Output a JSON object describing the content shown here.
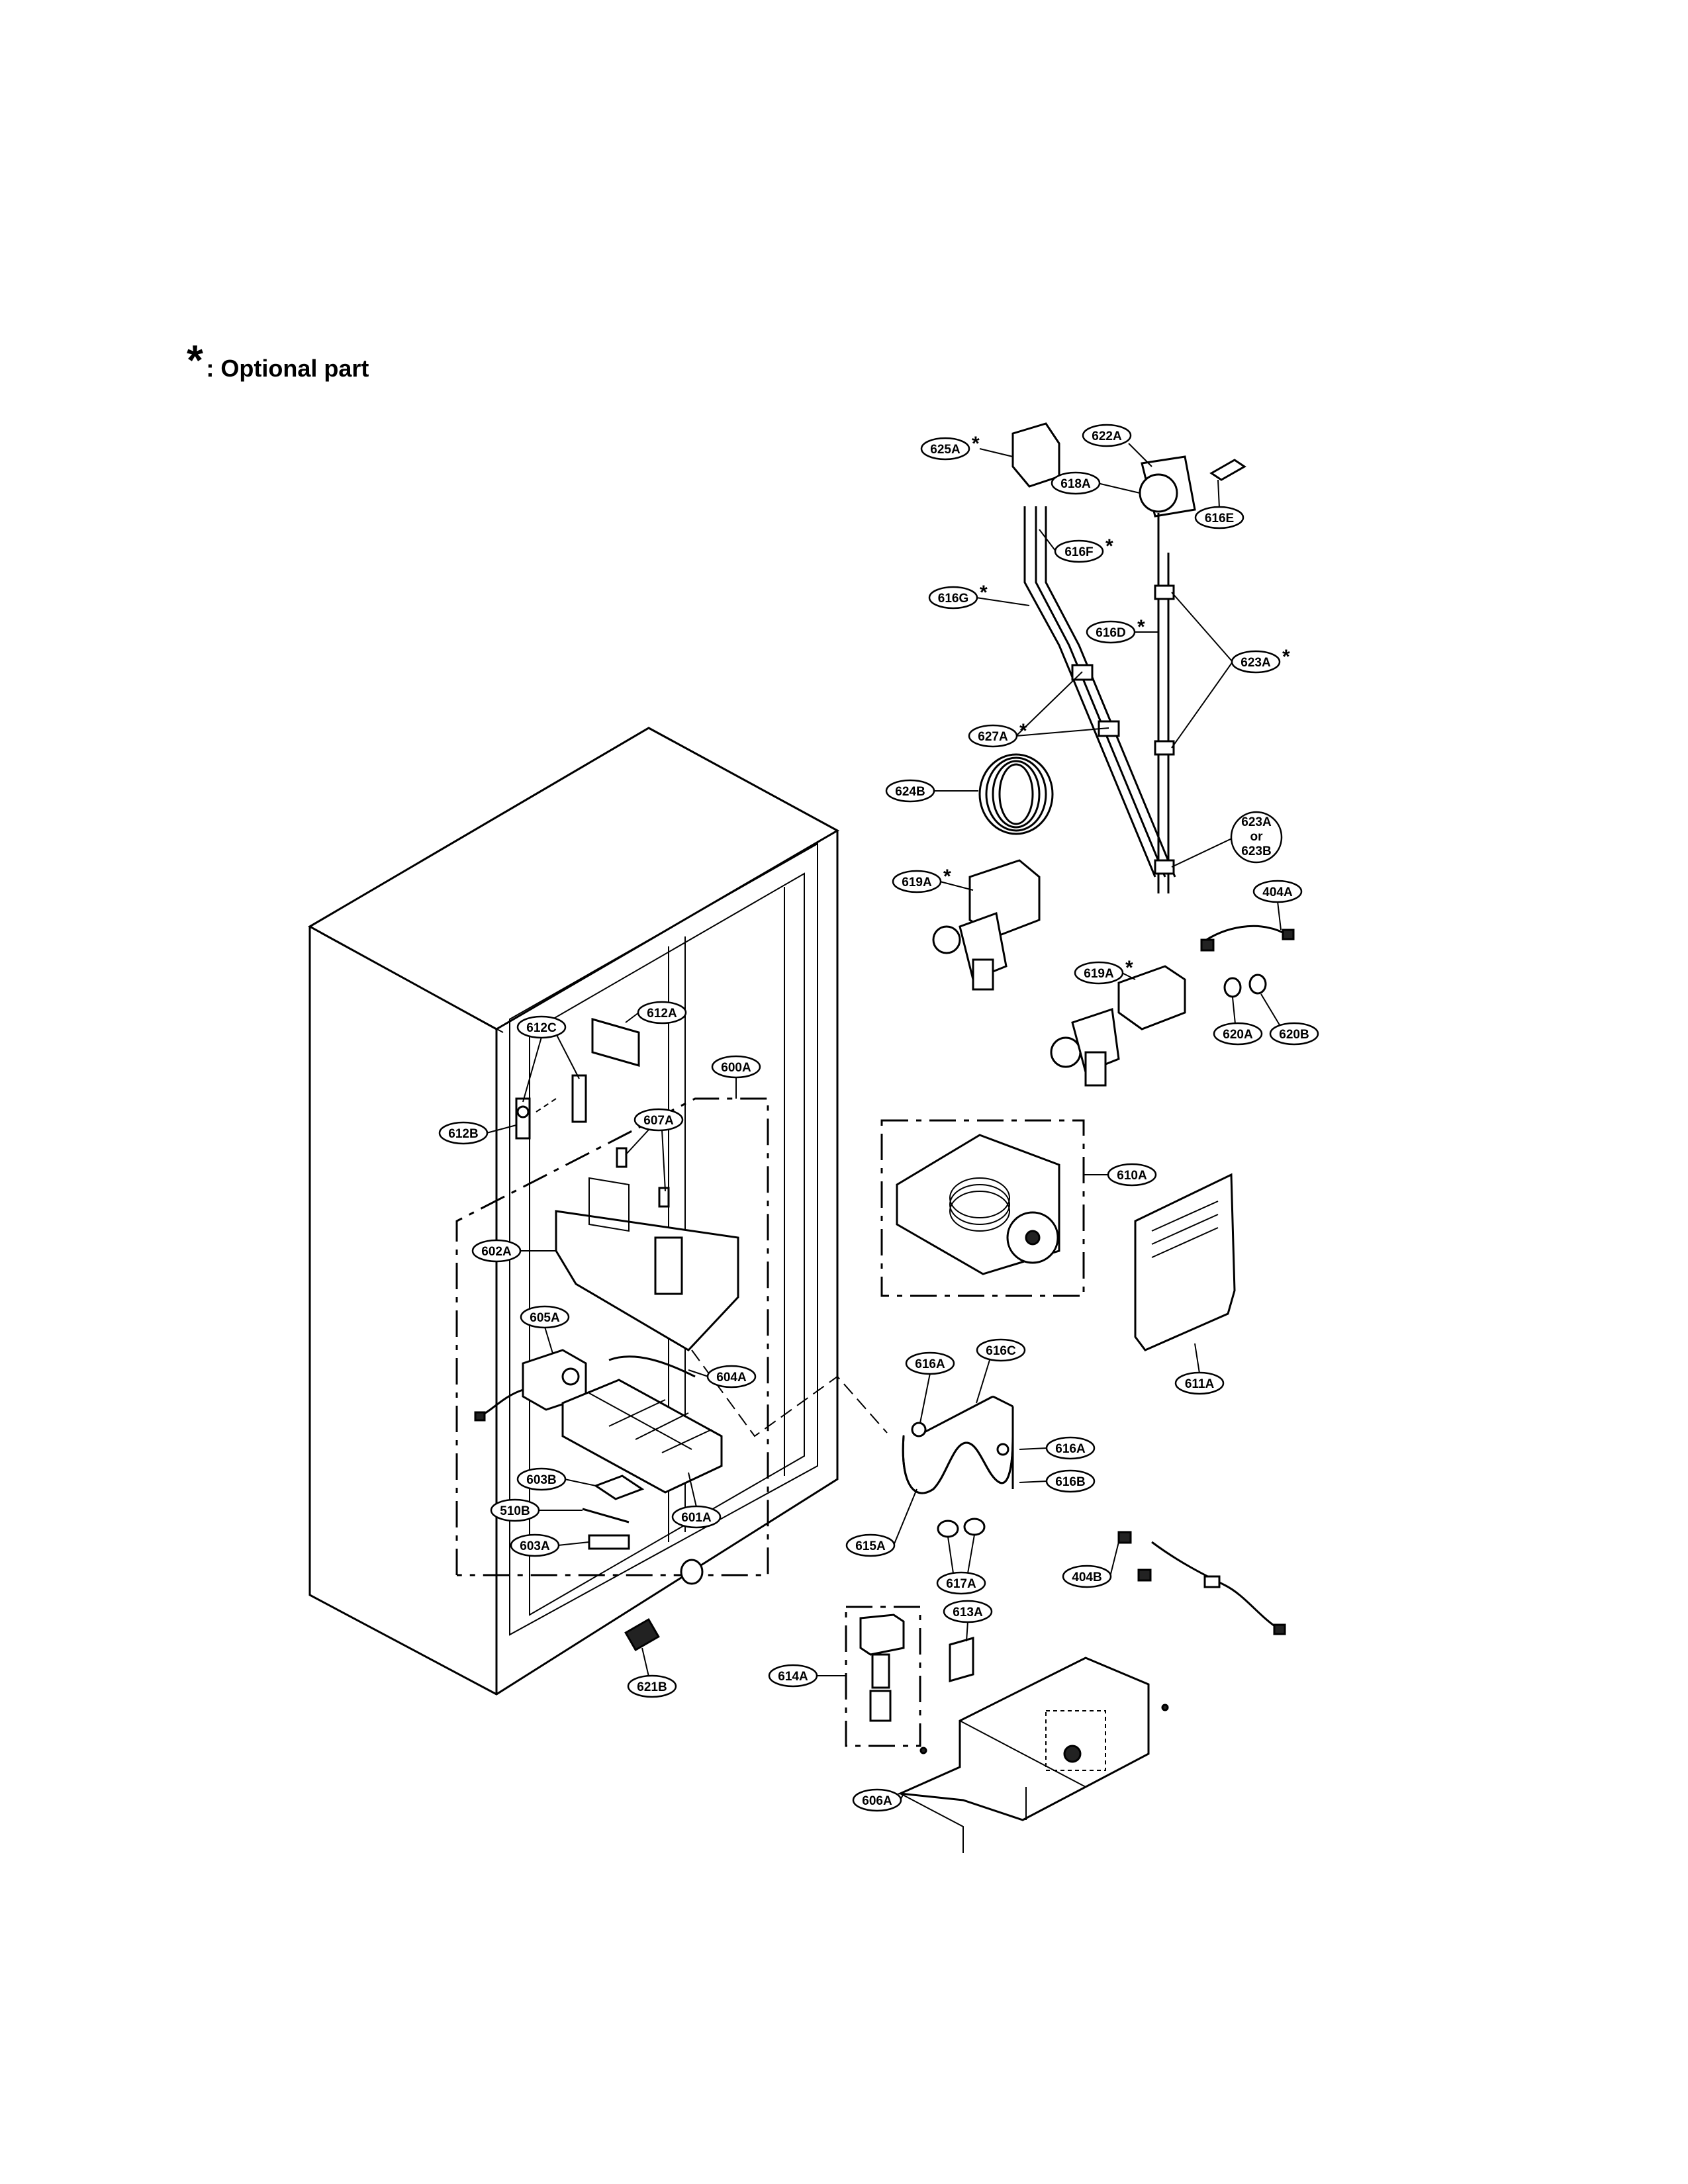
{
  "legend": {
    "symbol": "*",
    "text": ": Optional part"
  },
  "callouts": {
    "c625A": "625A",
    "c622A": "622A",
    "c618A": "618A",
    "c616E": "616E",
    "c616F": "616F",
    "c616G": "616G",
    "c616D": "616D",
    "c623A_top": "623A",
    "c627A": "627A",
    "c624B": "624B",
    "c623A_or": "623A",
    "c_or": "or",
    "c623B": "623B",
    "c619A_upper": "619A",
    "c404A": "404A",
    "c619A_lower": "619A",
    "c620A": "620A",
    "c620B": "620B",
    "c612A": "612A",
    "c612C": "612C",
    "c600A": "600A",
    "c612B": "612B",
    "c607A": "607A",
    "c610A": "610A",
    "c602A": "602A",
    "c605A": "605A",
    "c604A": "604A",
    "c611A": "611A",
    "c616A_top": "616A",
    "c616C": "616C",
    "c616A_mid": "616A",
    "c616B": "616B",
    "c603B": "603B",
    "c510B": "510B",
    "c601A": "601A",
    "c603A": "603A",
    "c615A": "615A",
    "c617A": "617A",
    "c404B": "404B",
    "c613A": "613A",
    "c621B": "621B",
    "c614A": "614A",
    "c606A": "606A"
  }
}
